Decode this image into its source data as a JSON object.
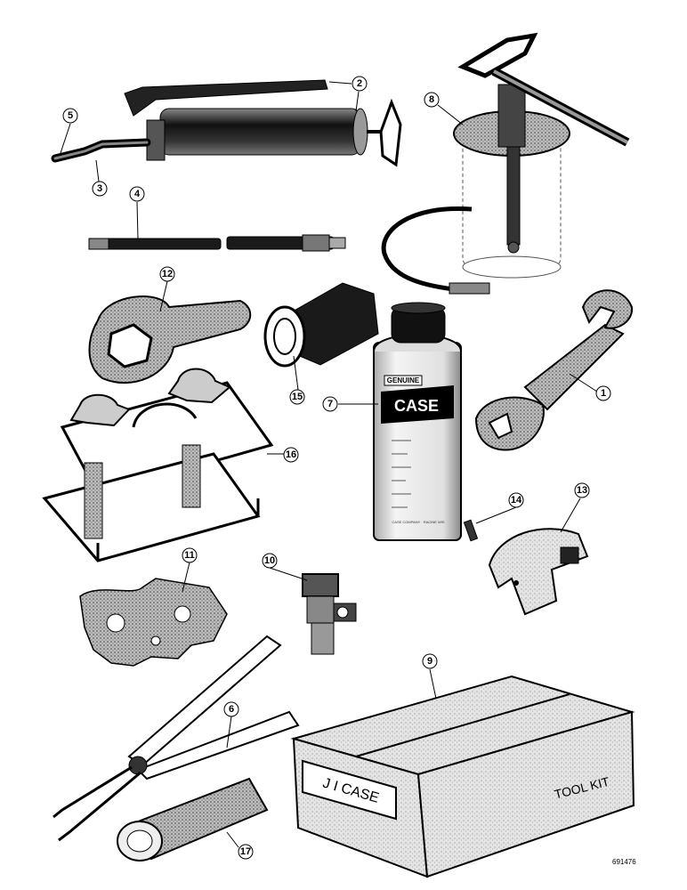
{
  "callouts": [
    {
      "id": "c1",
      "number": "1"
    },
    {
      "id": "c2",
      "number": "2"
    },
    {
      "id": "c3",
      "number": "3"
    },
    {
      "id": "c4",
      "number": "4"
    },
    {
      "id": "c5",
      "number": "5"
    },
    {
      "id": "c6",
      "number": "6"
    },
    {
      "id": "c7",
      "number": "7"
    },
    {
      "id": "c8",
      "number": "8"
    },
    {
      "id": "c9",
      "number": "9"
    },
    {
      "id": "c10",
      "number": "10"
    },
    {
      "id": "c11",
      "number": "11"
    },
    {
      "id": "c12",
      "number": "12"
    },
    {
      "id": "c13",
      "number": "13"
    },
    {
      "id": "c14",
      "number": "14"
    },
    {
      "id": "c15",
      "number": "15"
    },
    {
      "id": "c16",
      "number": "16"
    },
    {
      "id": "c17",
      "number": "17"
    }
  ],
  "can_label": {
    "genuine": "GENUINE",
    "brand": "CASE",
    "fine_print": "CASE COMPANY · RACINE WIS"
  },
  "tool_kit_box": {
    "brand_label": "J I CASE",
    "kit_label": "TOOL KIT"
  },
  "document_id": "691476"
}
